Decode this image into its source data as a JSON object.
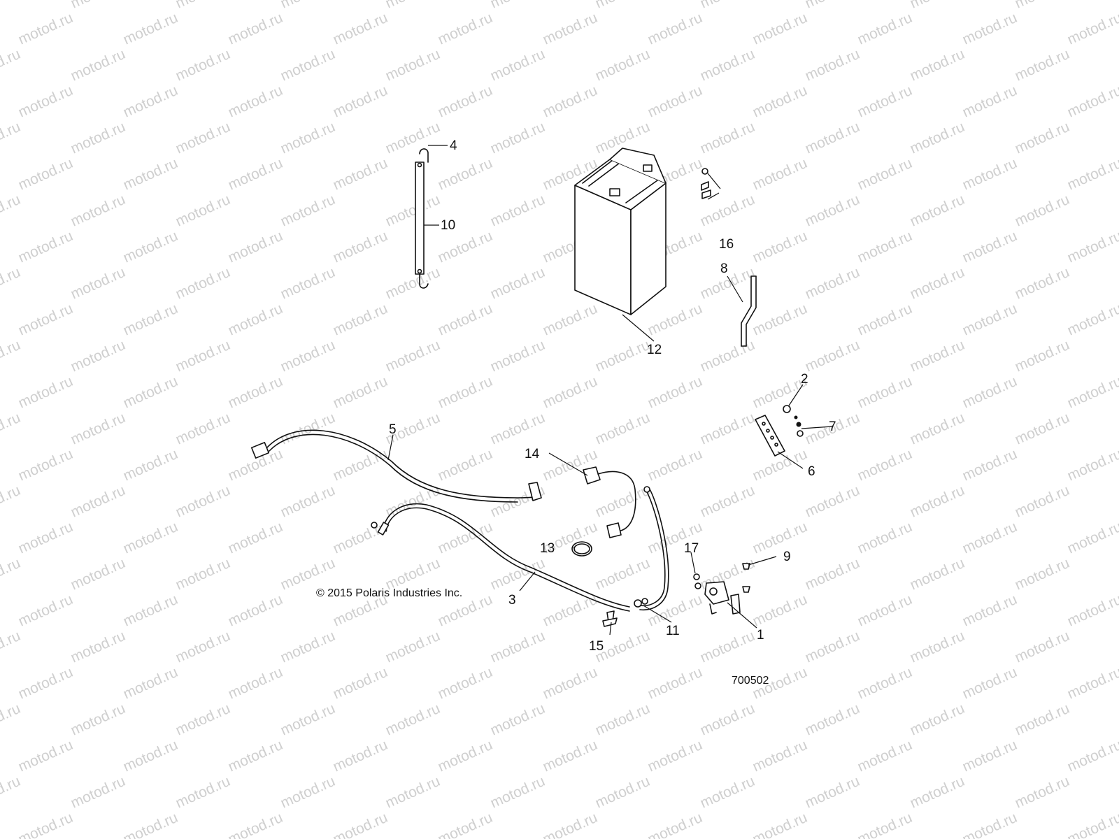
{
  "watermark": {
    "text": "motod.ru",
    "color": "#cfcfcf"
  },
  "copyright": "© 2015 Polaris Industries Inc.",
  "diagram_number": "700502",
  "callouts": [
    "1",
    "2",
    "3",
    "4",
    "5",
    "6",
    "7",
    "8",
    "9",
    "10",
    "11",
    "12",
    "13",
    "14",
    "15",
    "16",
    "17"
  ]
}
